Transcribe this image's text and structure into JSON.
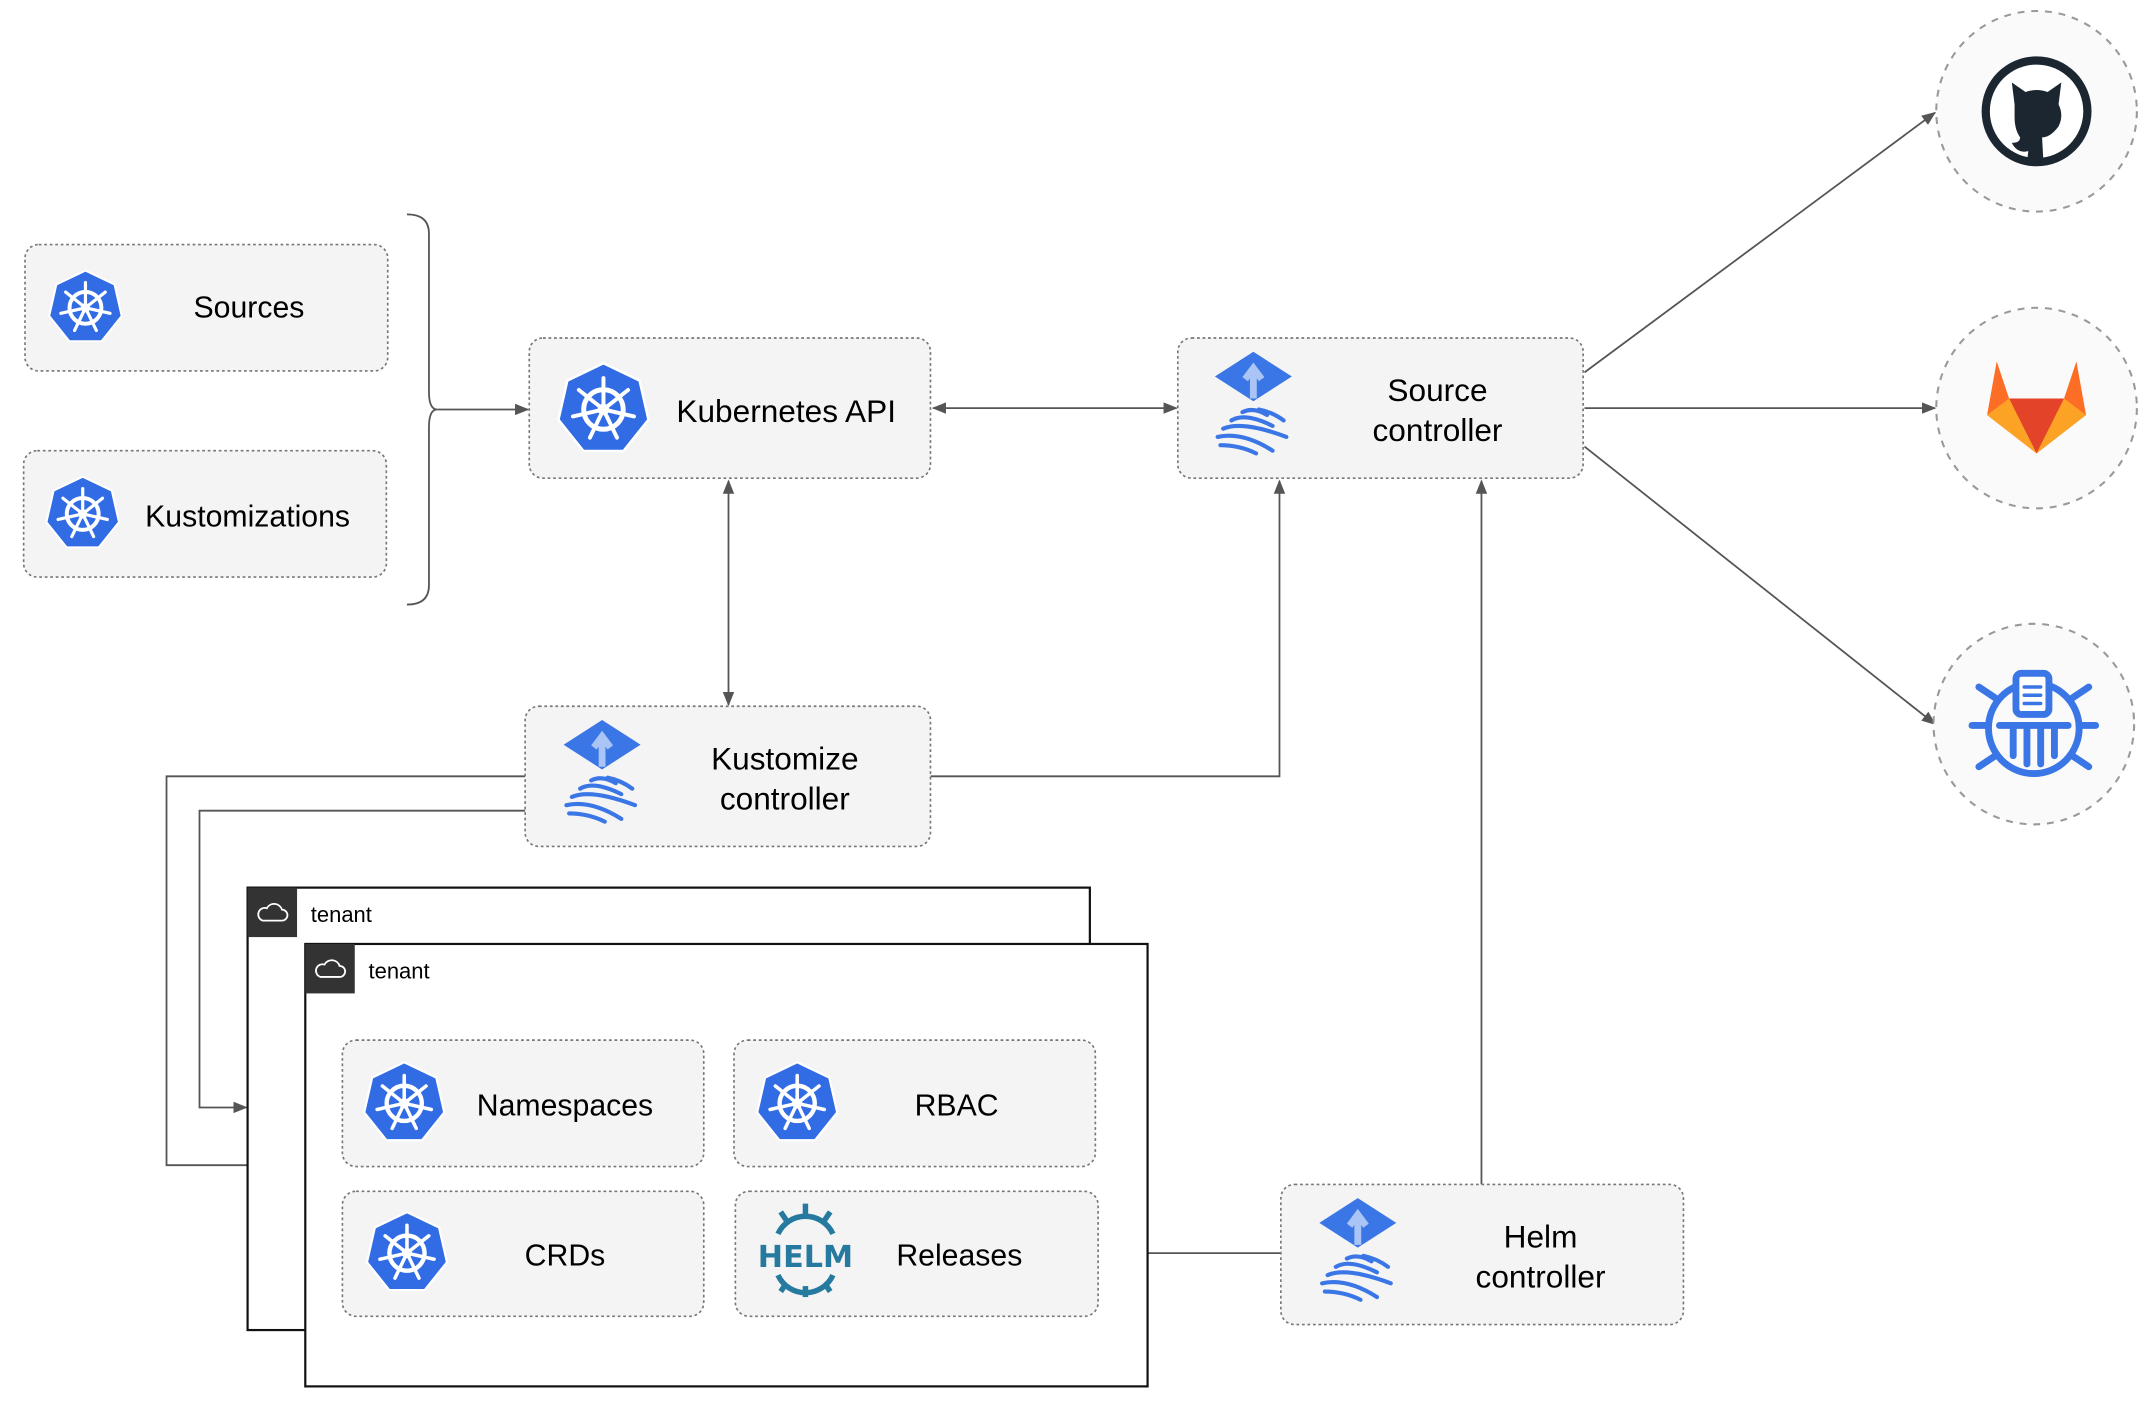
{
  "nodes": {
    "sources": "Sources",
    "kustomizations": "Kustomizations",
    "kubernetes_api": "Kubernetes API",
    "source_controller": [
      "Source",
      "controller"
    ],
    "kustomize_controller": [
      "Kustomize",
      "controller"
    ],
    "helm_controller": [
      "Helm",
      "controller"
    ],
    "namespaces": "Namespaces",
    "rbac": "RBAC",
    "crds": "CRDs",
    "releases": "Releases"
  },
  "tenants": [
    "tenant",
    "tenant"
  ],
  "helm_logo": "HELM",
  "external_sources": [
    "github-icon",
    "gitlab-icon",
    "bucket-icon"
  ],
  "colors": {
    "k8s_blue": "#326ce5",
    "flux_blue": "#3a76e5",
    "gitlab_orange": "#e24329",
    "github_dark": "#1b2631",
    "helm_blue": "#277a9f"
  }
}
